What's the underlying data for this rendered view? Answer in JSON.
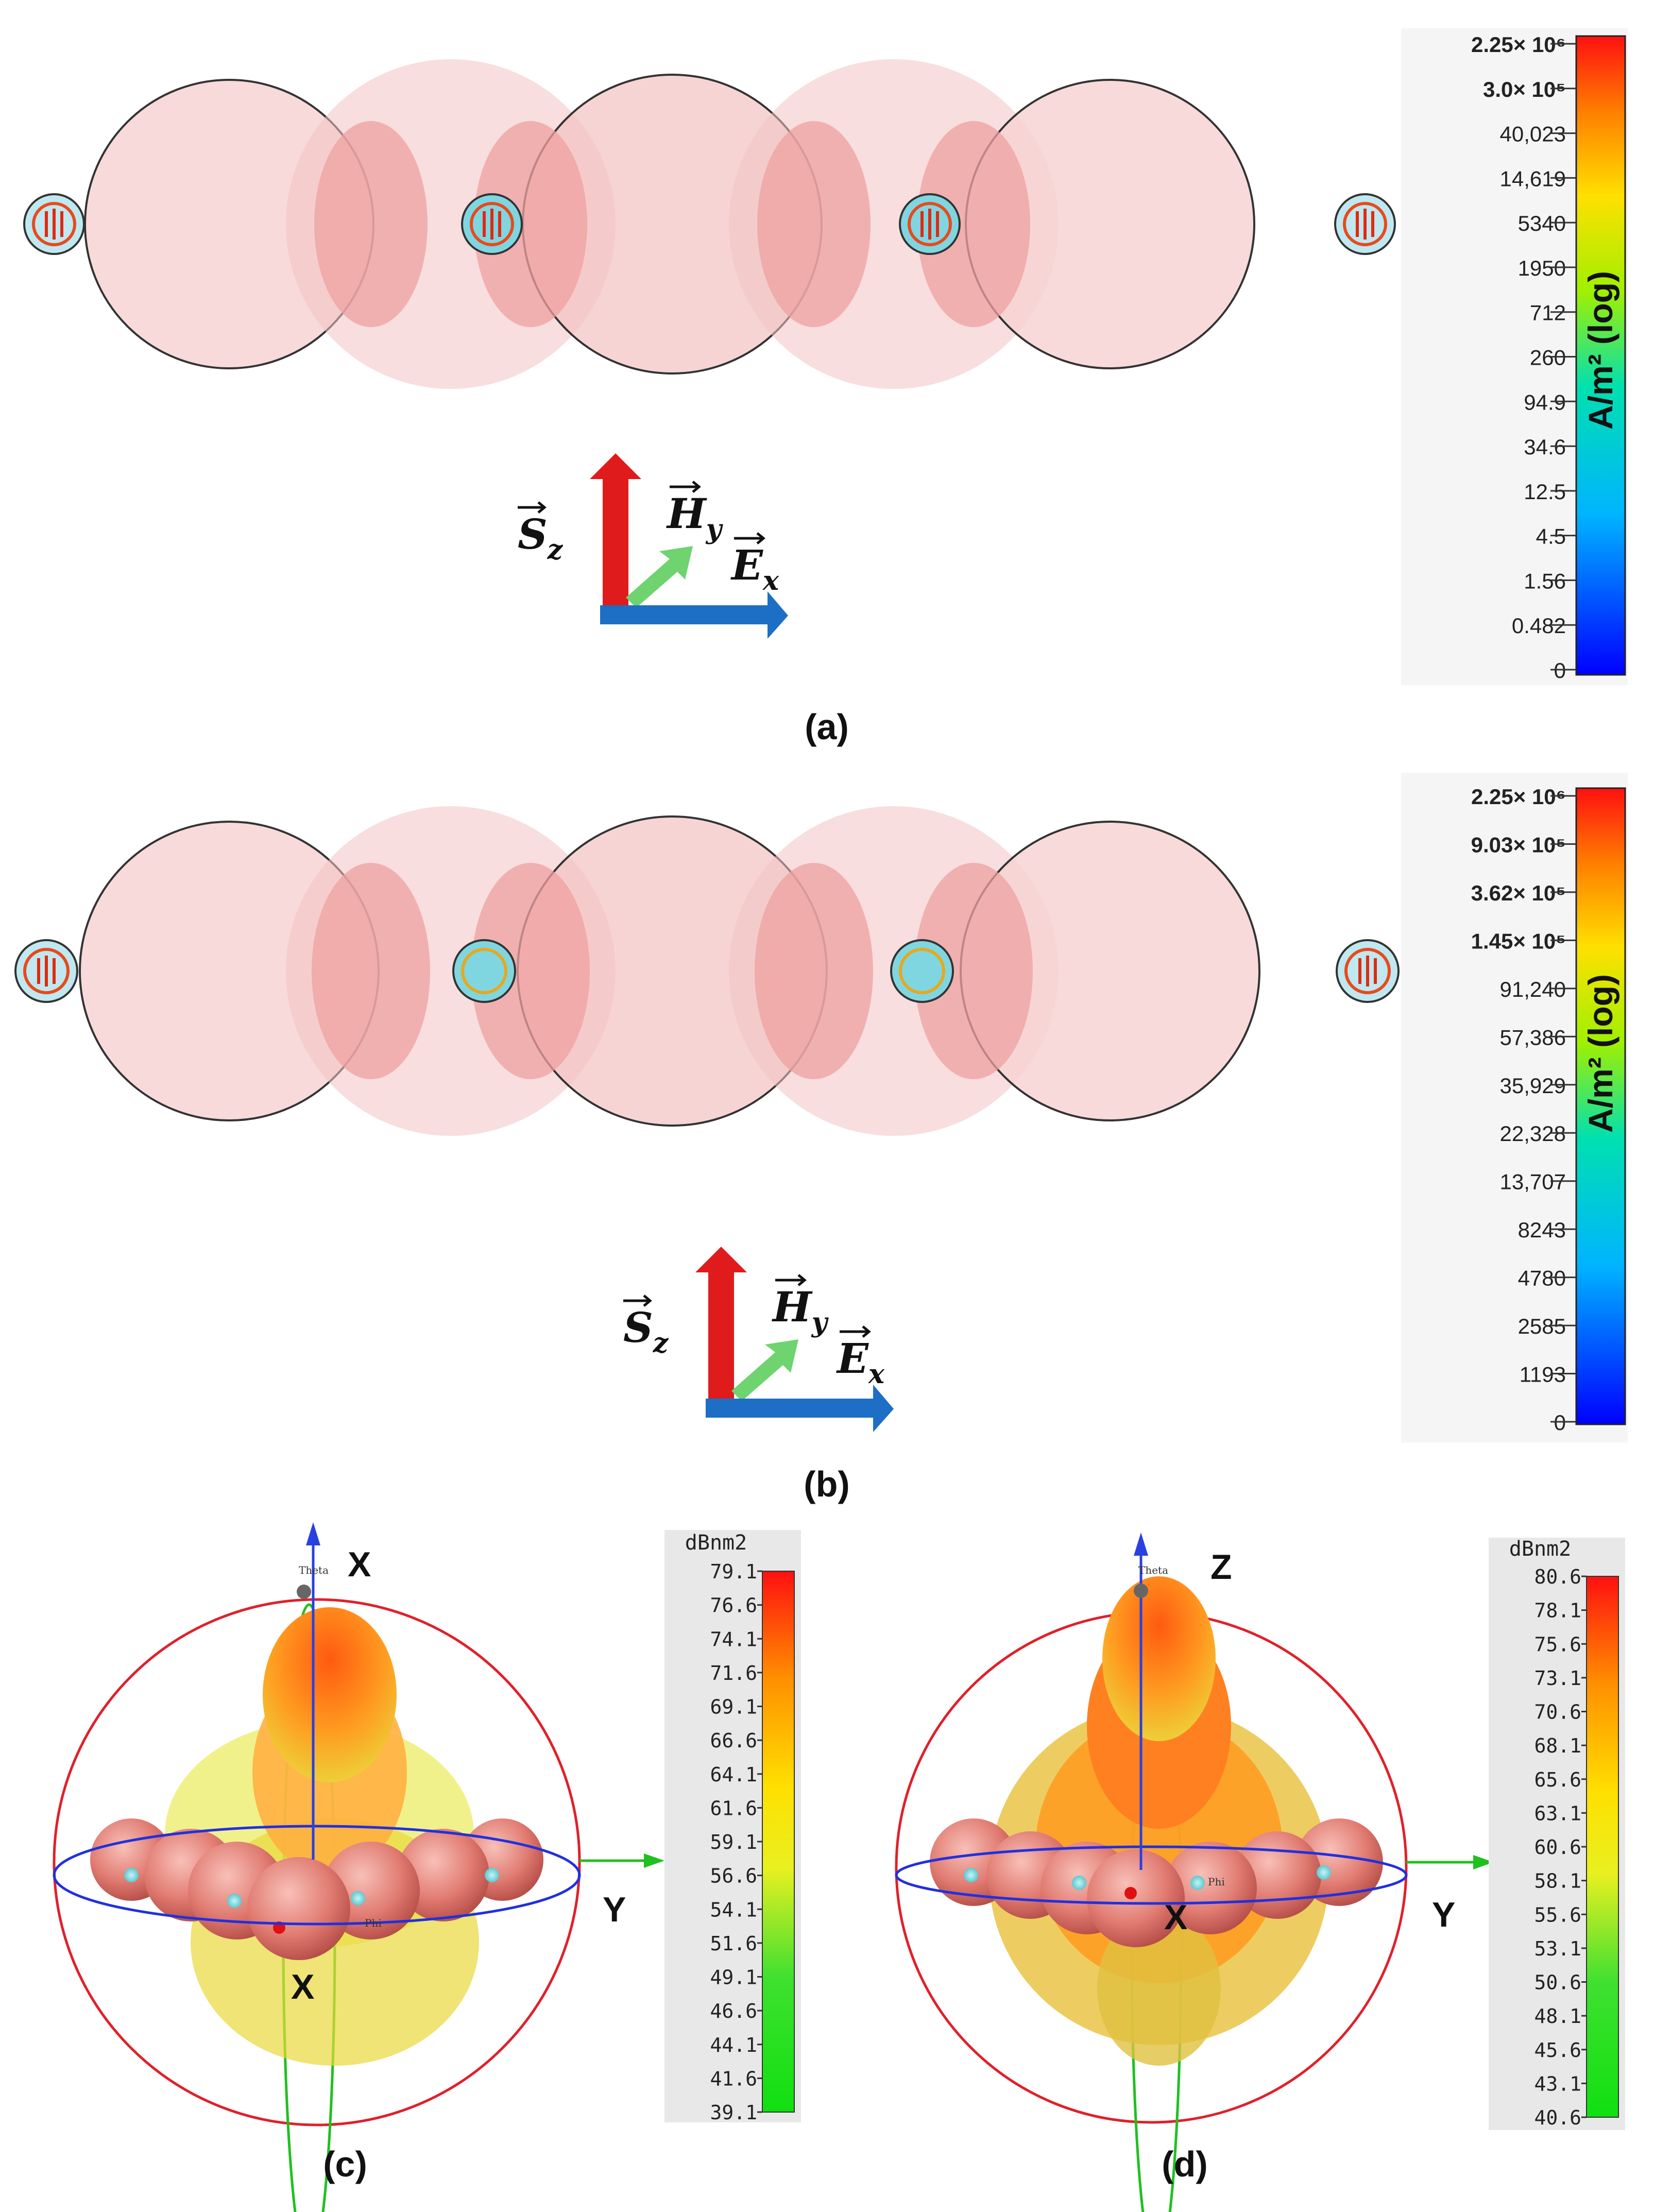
{
  "panels": {
    "a": {
      "label": "(a)",
      "colorbar": {
        "unit": "A/m² (log)",
        "ticks": [
          "2.25× 10⁶",
          "3.0× 10⁵",
          "40,023",
          "14,619",
          "5340",
          "1950",
          "712",
          "260",
          "94.9",
          "34.6",
          "12.5",
          "4.5",
          "1.56",
          "0.482",
          "0"
        ]
      },
      "axes": {
        "s": "S",
        "s_sub": "z",
        "h": "H",
        "h_sub": "y",
        "e": "E",
        "e_sub": "x"
      }
    },
    "b": {
      "label": "(b)",
      "colorbar": {
        "unit": "A/m² (log)",
        "ticks": [
          "2.25× 10⁶",
          "9.03× 10⁵",
          "3.62× 10⁵",
          "1.45× 10⁵",
          "91,240",
          "57,386",
          "35,929",
          "22,328",
          "13,707",
          "8243",
          "4780",
          "2585",
          "1193",
          "0"
        ]
      },
      "axes": {
        "s": "S",
        "s_sub": "z",
        "h": "H",
        "h_sub": "y",
        "e": "E",
        "e_sub": "x"
      }
    },
    "c": {
      "label": "(c)",
      "colorbar": {
        "unit": "dBnm2",
        "ticks": [
          "79.1",
          "76.6",
          "74.1",
          "71.6",
          "69.1",
          "66.6",
          "64.1",
          "61.6",
          "59.1",
          "56.6",
          "54.1",
          "51.6",
          "49.1",
          "46.6",
          "44.1",
          "41.6",
          "39.1"
        ]
      },
      "axis_top": "X",
      "axis_right": "Y",
      "axis_front": "X",
      "theta": "Theta",
      "phi": "Phi"
    },
    "d": {
      "label": "(d)",
      "colorbar": {
        "unit": "dBnm2",
        "ticks": [
          "80.6",
          "78.1",
          "75.6",
          "73.1",
          "70.6",
          "68.1",
          "65.6",
          "63.1",
          "60.6",
          "58.1",
          "55.6",
          "53.1",
          "50.6",
          "48.1",
          "45.6",
          "43.1",
          "40.6"
        ]
      },
      "axis_top": "Z",
      "axis_right": "Y",
      "axis_front": "X",
      "theta": "Theta",
      "phi": "Phi"
    }
  },
  "colors": {
    "sphere_fill": "#f7d3d3",
    "overlap_fill": "#efa8a8",
    "arrow_red": "#e01b1b",
    "arrow_green": "#6fd36f",
    "arrow_blue": "#1c6fc4",
    "ring_red": "#e0202a",
    "ring_blue": "#2030e0",
    "ring_green": "#20c020"
  }
}
